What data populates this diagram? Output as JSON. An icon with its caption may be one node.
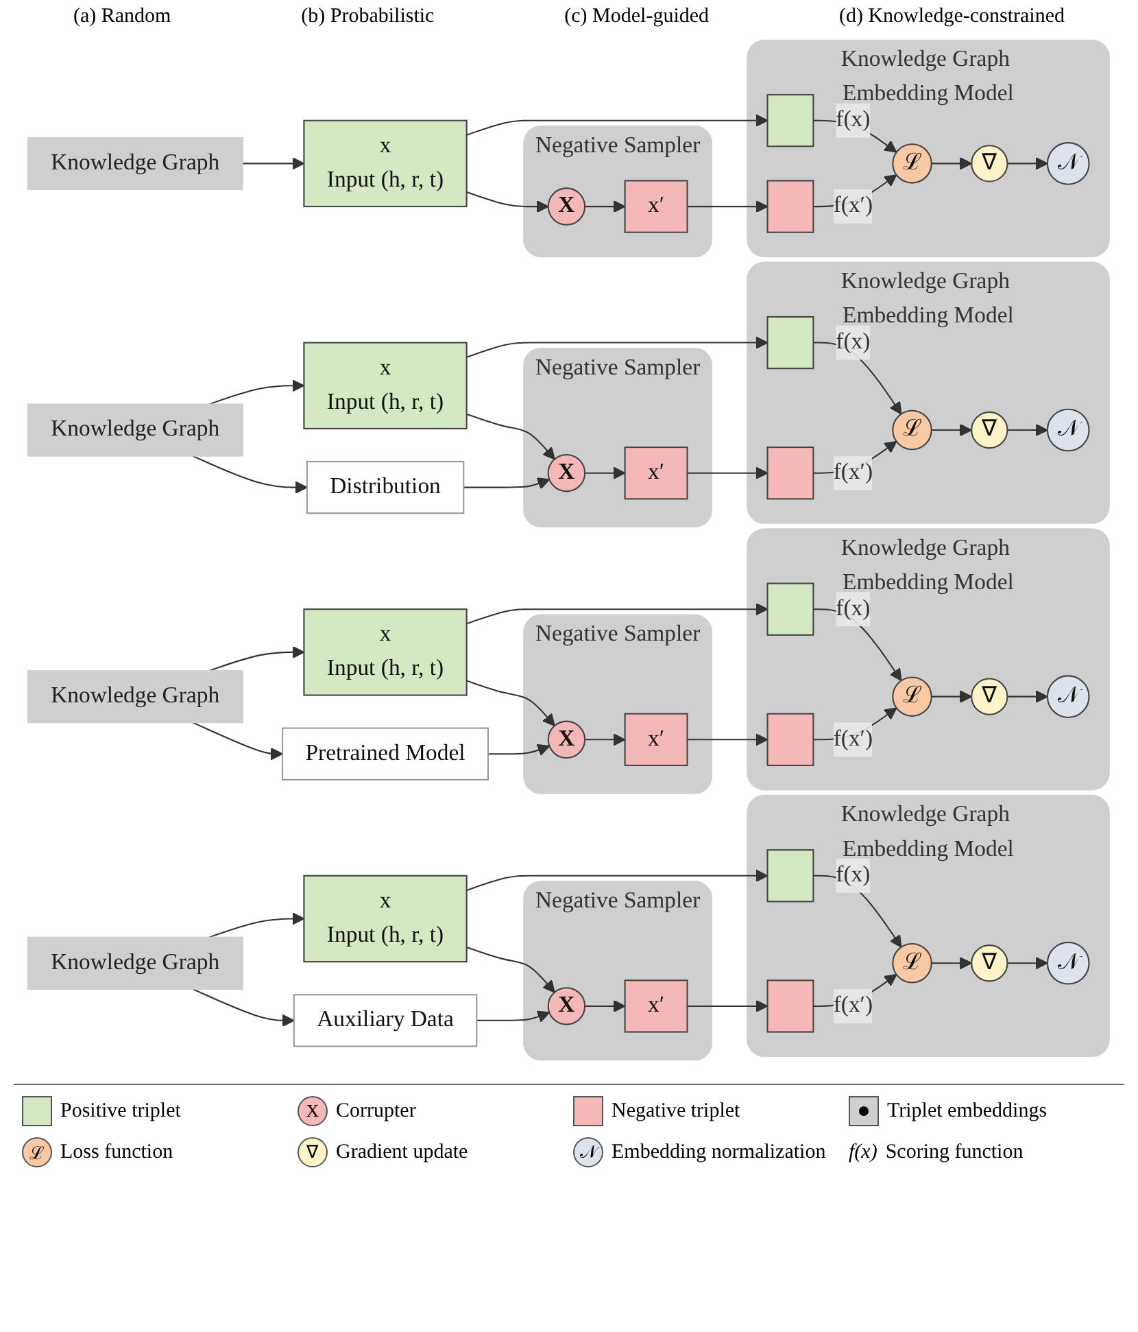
{
  "diagram": {
    "nodes": [
      {
        "text": [
          "Knowledge Graph"
        ]
      },
      {
        "text": [
          "x",
          "Input (h, r, t)"
        ]
      },
      {
        "text": [
          "Negative Sampler"
        ]
      },
      {
        "text": [
          "X"
        ],
        "in": 2
      },
      {
        "text": [
          "x′"
        ],
        "in": 2
      },
      {
        "text": [
          "Knowledge Graph Embedding Model"
        ]
      },
      {
        "text": [],
        "shape": "box",
        "in": 5
      },
      {
        "text": [],
        "shape": "box",
        "in": 5
      },
      {
        "text": [
          "ℒ"
        ],
        "in": 5
      },
      {
        "text": [
          "∇"
        ],
        "in": 5
      },
      {
        "text": [
          "𝒩"
        ],
        "in": 5
      },
      {
        "text": [
          "Knowledge Graph"
        ]
      },
      {
        "text": [
          "x",
          "Input (h, r, t)"
        ]
      },
      {
        "text": [
          "Distribution"
        ]
      },
      {
        "text": [
          "Negative Sampler"
        ]
      },
      {
        "text": [
          "X"
        ],
        "in": 14
      },
      {
        "text": [
          "x′"
        ],
        "in": 14
      },
      {
        "text": [
          "Knowledge Graph Embedding Model"
        ]
      },
      {
        "text": [],
        "shape": "box",
        "in": 17
      },
      {
        "text": [],
        "shape": "box",
        "in": 17
      },
      {
        "text": [
          "ℒ"
        ],
        "in": 17
      },
      {
        "text": [
          "∇"
        ],
        "in": 17
      },
      {
        "text": [
          "𝒩"
        ],
        "in": 17
      },
      {
        "text": [
          "Knowledge Graph"
        ]
      },
      {
        "text": [
          "x",
          "Input (h, r, t)"
        ]
      },
      {
        "text": [
          "Pretrained Model"
        ]
      },
      {
        "text": [
          "Negative Sampler"
        ]
      },
      {
        "text": [
          "X"
        ],
        "in": 26
      },
      {
        "text": [
          "x′"
        ],
        "in": 26
      },
      {
        "text": [
          "Knowledge Graph Embedding Model"
        ]
      },
      {
        "text": [],
        "shape": "box",
        "in": 29
      },
      {
        "text": [],
        "shape": "box",
        "in": 29
      },
      {
        "text": [
          "ℒ"
        ],
        "in": 29
      },
      {
        "text": [
          "∇"
        ],
        "in": 29
      },
      {
        "text": [
          "𝒩"
        ],
        "in": 29
      },
      {
        "text": [
          "Knowledge Graph"
        ]
      },
      {
        "text": [
          "x",
          "Input (h, r, t)"
        ]
      },
      {
        "text": [
          "Auxiliary Data"
        ]
      },
      {
        "text": [
          "Negative Sampler"
        ]
      },
      {
        "text": [
          "X"
        ],
        "in": 38
      },
      {
        "text": [
          "x′"
        ],
        "in": 38
      },
      {
        "text": [
          "Knowledge Graph Embedding Model"
        ]
      },
      {
        "text": [],
        "shape": "box",
        "in": 41
      },
      {
        "text": [],
        "shape": "box",
        "in": 41
      },
      {
        "text": [
          "ℒ"
        ],
        "in": 41
      },
      {
        "text": [
          "∇"
        ],
        "in": 41
      },
      {
        "text": [
          "𝒩"
        ],
        "in": 41
      }
    ],
    "edges": [
      {
        "from": 0,
        "to": 1,
        "arrow": "to"
      },
      {
        "from": 1,
        "to": 6,
        "arrow": "to"
      },
      {
        "from": 1,
        "to": 3,
        "arrow": "to"
      },
      {
        "from": 3,
        "to": 4,
        "arrow": "to"
      },
      {
        "from": 4,
        "to": 7,
        "arrow": "to"
      },
      {
        "from": 6,
        "to": 8,
        "arrow": "to",
        "label": "f(x)"
      },
      {
        "from": 7,
        "to": 8,
        "arrow": "to",
        "label": "f(x′)"
      },
      {
        "from": 8,
        "to": 9,
        "arrow": "to"
      },
      {
        "from": 9,
        "to": 10,
        "arrow": "to"
      },
      {
        "from": 11,
        "to": 12,
        "arrow": "to"
      },
      {
        "from": 11,
        "to": 13,
        "arrow": "to"
      },
      {
        "from": 12,
        "to": 18,
        "arrow": "to"
      },
      {
        "from": 12,
        "to": 15,
        "arrow": "to"
      },
      {
        "from": 13,
        "to": 15,
        "arrow": "to"
      },
      {
        "from": 15,
        "to": 16,
        "arrow": "to"
      },
      {
        "from": 16,
        "to": 19,
        "arrow": "to"
      },
      {
        "from": 18,
        "to": 20,
        "arrow": "to",
        "label": "f(x)"
      },
      {
        "from": 19,
        "to": 20,
        "arrow": "to",
        "label": "f(x′)"
      },
      {
        "from": 20,
        "to": 21,
        "arrow": "to"
      },
      {
        "from": 21,
        "to": 22,
        "arrow": "to"
      },
      {
        "from": 23,
        "to": 24,
        "arrow": "to"
      },
      {
        "from": 23,
        "to": 25,
        "arrow": "to"
      },
      {
        "from": 24,
        "to": 30,
        "arrow": "to"
      },
      {
        "from": 24,
        "to": 27,
        "arrow": "to"
      },
      {
        "from": 25,
        "to": 27,
        "arrow": "to"
      },
      {
        "from": 27,
        "to": 28,
        "arrow": "to"
      },
      {
        "from": 28,
        "to": 31,
        "arrow": "to"
      },
      {
        "from": 30,
        "to": 32,
        "arrow": "to",
        "label": "f(x)"
      },
      {
        "from": 31,
        "to": 32,
        "arrow": "to",
        "label": "f(x′)"
      },
      {
        "from": 32,
        "to": 33,
        "arrow": "to"
      },
      {
        "from": 33,
        "to": 34,
        "arrow": "to"
      },
      {
        "from": 35,
        "to": 36,
        "arrow": "to"
      },
      {
        "from": 35,
        "to": 37,
        "arrow": "to"
      },
      {
        "from": 36,
        "to": 42,
        "arrow": "to"
      },
      {
        "from": 36,
        "to": 39,
        "arrow": "to"
      },
      {
        "from": 37,
        "to": 39,
        "arrow": "to"
      },
      {
        "from": 39,
        "to": 40,
        "arrow": "to"
      },
      {
        "from": 40,
        "to": 43,
        "arrow": "to"
      },
      {
        "from": 42,
        "to": 44,
        "arrow": "to",
        "label": "f(x)"
      },
      {
        "from": 43,
        "to": 44,
        "arrow": "to",
        "label": "f(x′)"
      },
      {
        "from": 44,
        "to": 45,
        "arrow": "to"
      },
      {
        "from": 45,
        "to": 46,
        "arrow": "to"
      }
    ],
    "labels": [
      "(a) Random",
      "(b) Probabilistic",
      "(c) Model-guided",
      "(d) Knowledge-constrained",
      "X",
      "ℒ",
      "∇",
      "𝒩",
      "f(x)"
    ],
    "legend": [
      {
        "text": "Positive triplet",
        "color": "#d5e8c4"
      },
      {
        "text": "Corrupter"
      },
      {
        "text": "Negative triplet",
        "color": "#f4b8b8"
      },
      {
        "text": "Triplet embeddings"
      },
      {
        "text": "Loss function"
      },
      {
        "text": "Gradient update"
      },
      {
        "text": "Embedding normalization"
      },
      {
        "text": "Scoring function"
      }
    ]
  }
}
